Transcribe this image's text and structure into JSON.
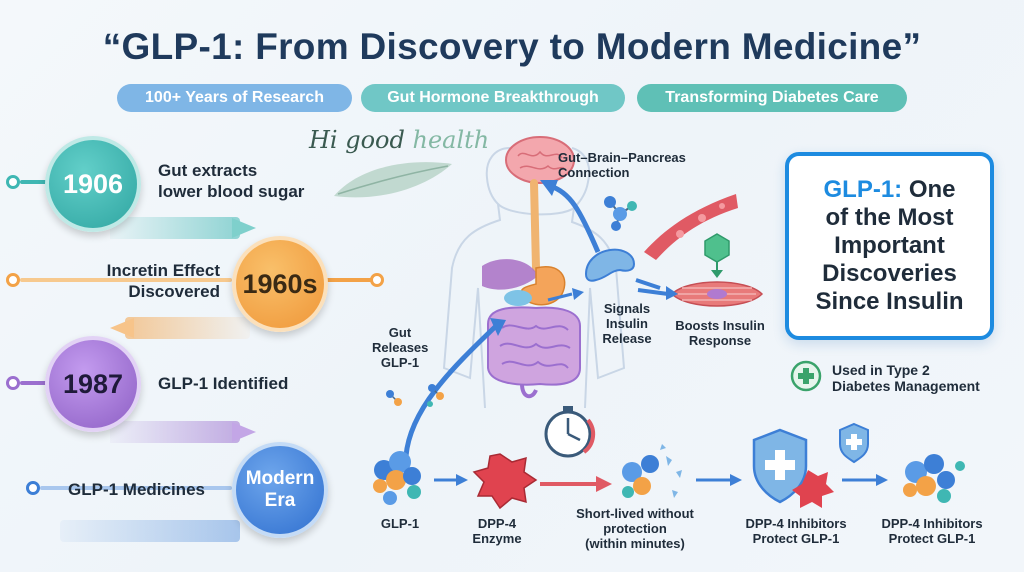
{
  "title": "“GLP-1: From Discovery to Modern Medicine”",
  "pills": [
    "100+ Years of Research",
    "Gut Hormone Breakthrough",
    "Transforming Diabetes Care"
  ],
  "logo": {
    "part1": "Hi good ",
    "part2": "health"
  },
  "timeline": [
    {
      "label": "1906",
      "text_line1": "Gut extracts",
      "text_line2": "lower blood sugar",
      "color": "#3fb7b3"
    },
    {
      "label": "1960s",
      "text_line1": "Incretin Effect",
      "text_line2": "Discovered",
      "color": "#f3a247"
    },
    {
      "label": "1987",
      "text_line1": "GLP-1 Identified",
      "text_line2": "",
      "color": "#9b6fcf"
    },
    {
      "label_line1": "Modern",
      "label_line2": "Era",
      "text_line1": "GLP-1 Medicines",
      "text_line2": "",
      "color": "#3d7fd6"
    }
  ],
  "diagram": {
    "gut_brain": {
      "line1": "Gut–Brain–Pancreas",
      "line2": "Connection"
    },
    "gut_releases": {
      "line1": "Gut",
      "line2": "Releases",
      "line3": "GLP-1"
    },
    "signals": {
      "line1": "Signals",
      "line2": "Insulin",
      "line3": "Release"
    },
    "boosts": {
      "line1": "Boosts Insulin",
      "line2": "Response"
    }
  },
  "callout": {
    "highlight": "GLP-1:",
    "line1": "One",
    "line2": "of the Most",
    "line3": "Important",
    "line4": "Discoveries",
    "line5": "Since Insulin"
  },
  "type2": {
    "line1": "Used in Type 2",
    "line2": "Diabetes Management"
  },
  "process": [
    {
      "line1": "GLP-1",
      "line2": ""
    },
    {
      "line1": "DPP-4",
      "line2": "Enzyme"
    },
    {
      "line1": "Short-lived without",
      "line2": "protection",
      "line3": "(within minutes)"
    },
    {
      "line1": "DPP-4 Inhibitors",
      "line2": "Protect GLP-1"
    },
    {
      "line1": "DPP-4 Inhibitors",
      "line2": "Protect GLP-1"
    }
  ],
  "colors": {
    "title": "#1f3a5c",
    "accent": "#1d8be0",
    "teal": "#3fb7b3",
    "orange": "#f3a247",
    "purple": "#9b6fcf",
    "blue": "#3d7fd6"
  }
}
